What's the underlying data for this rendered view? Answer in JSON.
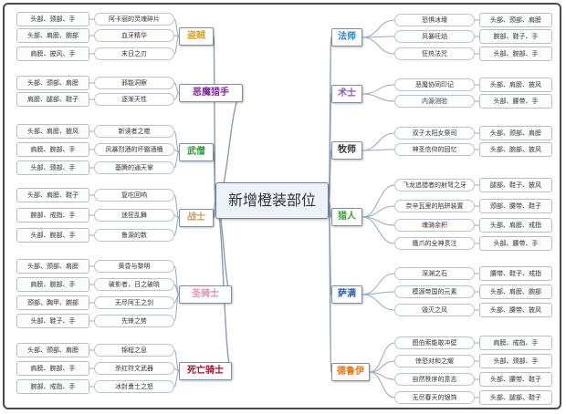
{
  "center": "新增橙装部位",
  "branches": [
    {
      "side": "left",
      "name": "盗贼",
      "color": "#d4a12e",
      "items": [
        {
          "text": "阿卡丽的灵魂碎片",
          "parts": "头部、颈部、手"
        },
        {
          "text": "血牙精华",
          "parts": "头部、肩膀、腕部"
        },
        {
          "text": "末日之刃",
          "parts": "肩膀、披风、手"
        }
      ]
    },
    {
      "side": "left",
      "name": "恶魔猎手",
      "color": "#7b2d8e",
      "items": [
        {
          "text": "邪能洞察",
          "parts": "头部、颈部、肩膀"
        },
        {
          "text": "逐渐天性",
          "parts": "肩膀、腿部、鞋子"
        }
      ]
    },
    {
      "side": "left",
      "name": "武僧",
      "color": "#2c9a3c",
      "items": [
        {
          "text": "新读者之噬",
          "parts": "头部、肩膀、披风"
        },
        {
          "text": "风暴烈酒的坏霸酒桶",
          "parts": "肩膀、腕部、手"
        },
        {
          "text": "基腾的通天掌",
          "parts": "头部、颈部、手"
        }
      ]
    },
    {
      "side": "left",
      "name": "战士",
      "color": "#c79b5e",
      "items": [
        {
          "text": "复吃回响",
          "parts": "头部、肩膀、鞋子"
        },
        {
          "text": "迷狂乱舞",
          "parts": "腕部、戒指、手"
        },
        {
          "text": "鲁源的数",
          "parts": "头部、腕部、手"
        }
      ]
    },
    {
      "side": "left",
      "name": "圣骑士",
      "color": "#e58fb0",
      "items": [
        {
          "text": "黄昏与黎明",
          "parts": "头部、颈部、肩膀"
        },
        {
          "text": "破影者，日之破晓",
          "parts": "肩膀、腕部、手"
        },
        {
          "text": "无尽阿王之剑",
          "parts": "颈部、胸甲、腕部"
        },
        {
          "text": "先锋之势",
          "parts": "头部、鞋子、手"
        }
      ]
    },
    {
      "side": "left",
      "name": "死亡骑士",
      "color": "#a3102b",
      "items": [
        {
          "text": "锦程之息",
          "parts": "头部、颈部、肩膀"
        },
        {
          "text": "杀红符文武器",
          "parts": "肩膀、腕部、手"
        },
        {
          "text": "冰封勇士之怒",
          "parts": "腕部、戒指、手"
        }
      ]
    },
    {
      "side": "right",
      "name": "法师",
      "color": "#2f7fc8",
      "items": [
        {
          "text": "恐惧冰壕",
          "parts": "头部、颈部、肩膀"
        },
        {
          "text": "风暴旺焰",
          "parts": "腕部、鞋子、手"
        },
        {
          "text": "狂热法咒",
          "parts": "头部、腕部、手"
        }
      ]
    },
    {
      "side": "right",
      "name": "术士",
      "color": "#8a5ab8",
      "items": [
        {
          "text": "恶魔协同印记",
          "parts": "头部、肩膀、披风"
        },
        {
          "text": "内源测验",
          "parts": "头部、腰带、手"
        }
      ]
    },
    {
      "side": "right",
      "name": "牧师",
      "color": "#333333",
      "items": [
        {
          "text": "双子太阳女祭司",
          "parts": "头部、颈部、肩膀"
        },
        {
          "text": "神圣信仰的回忆",
          "parts": "头部、腕部、披风"
        }
      ]
    },
    {
      "side": "right",
      "name": "猎人",
      "color": "#3f9b33",
      "items": [
        {
          "text": "飞龙追猎者的射弩之牙",
          "parts": "腿部、鞋子、披风"
        },
        {
          "text": "奈辛瓦里的陷阱装置",
          "parts": "颈部、腰带、鞋子"
        },
        {
          "text": "魂骑余积",
          "parts": "头部、肩膀、戒指"
        },
        {
          "text": "鹰爪的全神贯注",
          "parts": "头部、腰带、手"
        }
      ]
    },
    {
      "side": "right",
      "name": "萨满",
      "color": "#2b5fb3",
      "items": [
        {
          "text": "深渊之石",
          "parts": "腰带、鞋子、戒指"
        },
        {
          "text": "模源帝国的元素",
          "parts": "头部、肩膀、腕部"
        },
        {
          "text": "毁灭之风",
          "parts": "头部、腰带、披风"
        }
      ]
    },
    {
      "side": "right",
      "name": "德鲁伊",
      "color": "#e07b1f",
      "items": [
        {
          "text": "图伯索能敢冲壁",
          "parts": "肩膀、戒指、手"
        },
        {
          "text": "惊恐对和之耀",
          "parts": "头部、颈部、手"
        },
        {
          "text": "自然秩序的意志",
          "parts": "头部、腰带、鞋子"
        },
        {
          "text": "无尽春天的银饰",
          "parts": "头部、腿部、鞋子"
        }
      ]
    }
  ]
}
